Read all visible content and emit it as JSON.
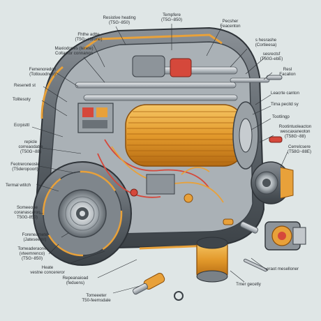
{
  "colors": {
    "background": "#dfe6e6",
    "housing": "#6e757c",
    "housing_dark": "#3f454b",
    "coil": "#e8a13a",
    "accent_orange": "#f0a830",
    "accent_red": "#d5483b",
    "metal": "#c3c8cc"
  },
  "labels": {
    "l01": "Resistive heating\n(T5G~850)",
    "l02": "Tempfere\n(T5G~850)",
    "l03": "Fhthe adtte\n(T5G~ebrone)",
    "l04": "Maxiodones (terete)\nColtaetor connanon",
    "l05": "Femenoredon\n(Totlouodnen)",
    "l06": "Resenetl st",
    "l07": "Tolitesoty",
    "l08": "Ecrpisttl",
    "l09": "Pecsher\nFeacenton",
    "l10": "s hesrashe\n(Cortieesa)",
    "l11": "sesrectsf\n(T50G-ebE)",
    "l12": "Resl\nFacalion",
    "l13": "Leacrte canton",
    "l14": "Tima pecitd sy",
    "l15": "Tootlingp",
    "l16": "Rootintuoleacton\nwescaxaneoton\n(T58G~88)",
    "l17": "Cerrelcsere\n(T58G~88E)",
    "l18": "repicle\ncorreaodatre\n(T50G~88)",
    "l19": "Feotreroneosle\n(T5deropoorl)",
    "l20": "Termal wtitch",
    "l21": "Someeone\ncoranascaron\nT50G-850)",
    "l22": "Foreneamete\n(Jateseemr)",
    "l23": "Tomeaderaone\n(vteemrenco)\n(T5G~850)",
    "l24": "Heate\nvestne concereror",
    "l25": "Repeanaioad\n(feduens)",
    "l26": "Tomeeeter\nT50-feemsdale",
    "l27": "eraot meselloner",
    "l28": "Tmer gecetly"
  }
}
